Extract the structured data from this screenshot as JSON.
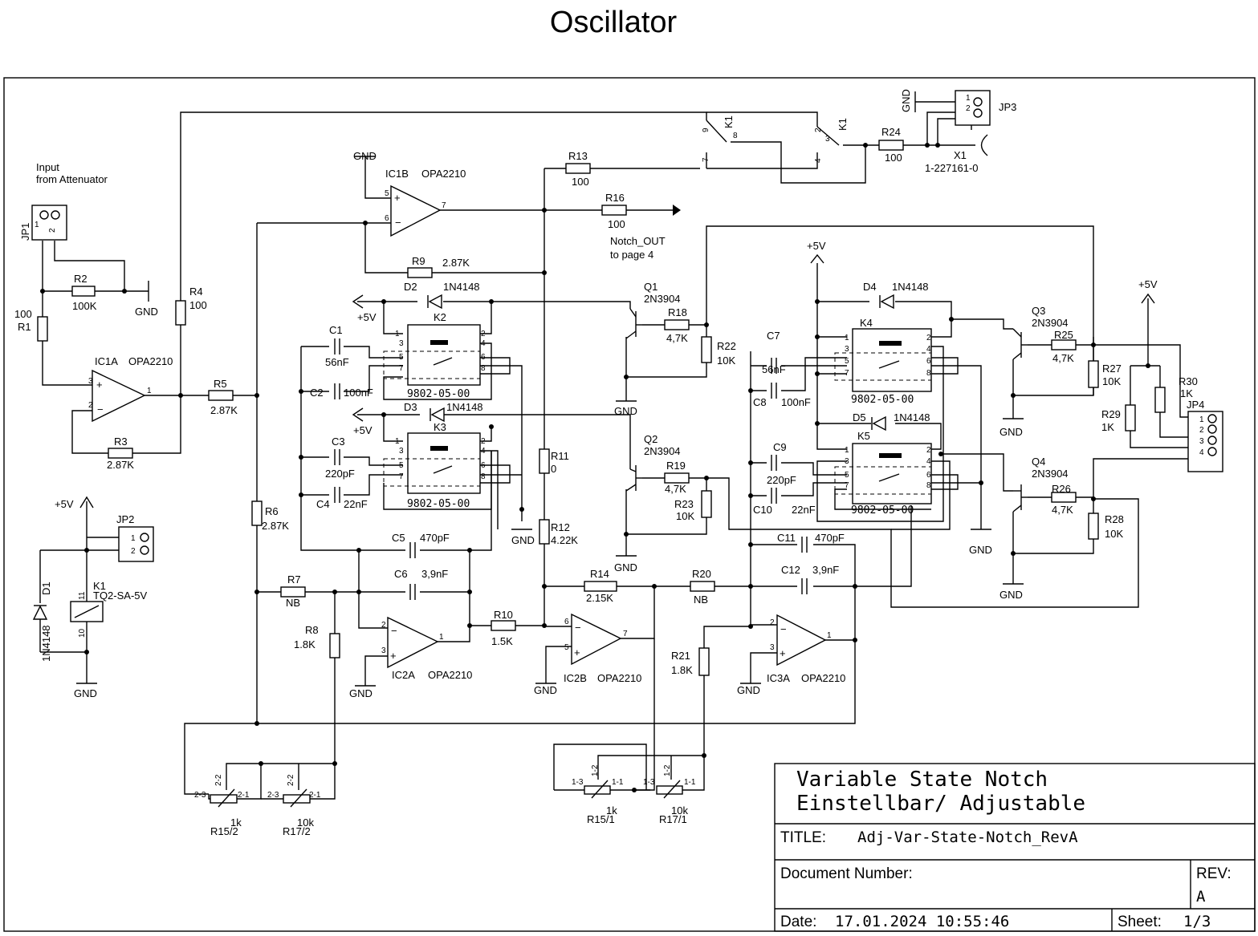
{
  "page_title": "Oscillator",
  "input_note": [
    "Input",
    "from Attenuator"
  ],
  "notch_note": [
    "Notch_OUT",
    "to page 4"
  ],
  "supply": "+5V",
  "ground": "GND",
  "opamps": {
    "ic1a": {
      "ref": "IC1A",
      "part": "OPA2210"
    },
    "ic1b": {
      "ref": "IC1B",
      "part": "OPA2210"
    },
    "ic2a": {
      "ref": "IC2A",
      "part": "OPA2210"
    },
    "ic2b": {
      "ref": "IC2B",
      "part": "OPA2210"
    },
    "ic3a": {
      "ref": "IC3A",
      "part": "OPA2210"
    }
  },
  "resistors": {
    "r1": {
      "ref": "R1",
      "value": "100"
    },
    "r2": {
      "ref": "R2",
      "value": "100K"
    },
    "r3": {
      "ref": "R3",
      "value": "2.87K"
    },
    "r4": {
      "ref": "R4",
      "value": "100"
    },
    "r5": {
      "ref": "R5",
      "value": "2.87K"
    },
    "r6": {
      "ref": "R6",
      "value": "2.87K"
    },
    "r7": {
      "ref": "R7",
      "value": "NB"
    },
    "r8": {
      "ref": "R8",
      "value": "1.8K"
    },
    "r9": {
      "ref": "R9",
      "value": "2.87K"
    },
    "r10": {
      "ref": "R10",
      "value": "1.5K"
    },
    "r11": {
      "ref": "R11",
      "value": "0"
    },
    "r12": {
      "ref": "R12",
      "value": "4.22K"
    },
    "r13": {
      "ref": "R13",
      "value": "100"
    },
    "r14": {
      "ref": "R14",
      "value": "2.15K"
    },
    "r16": {
      "ref": "R16",
      "value": "100"
    },
    "r18": {
      "ref": "R18",
      "value": "4,7K"
    },
    "r19": {
      "ref": "R19",
      "value": "4,7K"
    },
    "r20": {
      "ref": "R20",
      "value": "NB"
    },
    "r21": {
      "ref": "R21",
      "value": "1.8K"
    },
    "r22": {
      "ref": "R22",
      "value": "10K"
    },
    "r23": {
      "ref": "R23",
      "value": "10K"
    },
    "r24": {
      "ref": "R24",
      "value": "100"
    },
    "r25": {
      "ref": "R25",
      "value": "4,7K"
    },
    "r26": {
      "ref": "R26",
      "value": "4,7K"
    },
    "r27": {
      "ref": "R27",
      "value": "10K"
    },
    "r28": {
      "ref": "R28",
      "value": "10K"
    },
    "r29": {
      "ref": "R29",
      "value": "1K"
    },
    "r30": {
      "ref": "R30",
      "value": "1K"
    }
  },
  "capacitors": {
    "c1": {
      "ref": "C1",
      "value": "56nF"
    },
    "c2": {
      "ref": "C2",
      "value": "100nF"
    },
    "c3": {
      "ref": "C3",
      "value": "220pF"
    },
    "c4": {
      "ref": "C4",
      "value": "22nF"
    },
    "c5": {
      "ref": "C5",
      "value": "470pF"
    },
    "c6": {
      "ref": "C6",
      "value": "3,9nF"
    },
    "c7": {
      "ref": "C7",
      "value": "56nF"
    },
    "c8": {
      "ref": "C8",
      "value": "100nF"
    },
    "c9": {
      "ref": "C9",
      "value": "220pF"
    },
    "c10": {
      "ref": "C10",
      "value": "22nF"
    },
    "c11": {
      "ref": "C11",
      "value": "470pF"
    },
    "c12": {
      "ref": "C12",
      "value": "3,9nF"
    }
  },
  "diodes": {
    "d1": {
      "ref": "D1",
      "part": "1N4148"
    },
    "d2": {
      "ref": "D2",
      "part": "1N4148"
    },
    "d3": {
      "ref": "D3",
      "part": "1N4148"
    },
    "d4": {
      "ref": "D4",
      "part": "1N4148"
    },
    "d5": {
      "ref": "D5",
      "part": "1N4148"
    }
  },
  "transistors": {
    "q1": {
      "ref": "Q1",
      "part": "2N3904"
    },
    "q2": {
      "ref": "Q2",
      "part": "2N3904"
    },
    "q3": {
      "ref": "Q3",
      "part": "2N3904"
    },
    "q4": {
      "ref": "Q4",
      "part": "2N3904"
    }
  },
  "relays": {
    "k1": {
      "ref": "K1",
      "part": "TQ2-SA-5V"
    },
    "k2": {
      "ref": "K2",
      "part": "9802-05-00"
    },
    "k3": {
      "ref": "K3",
      "part": "9802-05-00"
    },
    "k4": {
      "ref": "K4",
      "part": "9802-05-00"
    },
    "k5": {
      "ref": "K5",
      "part": "9802-05-00"
    }
  },
  "connectors": {
    "jp1": "JP1",
    "jp2": "JP2",
    "jp3": "JP3",
    "jp4": "JP4",
    "x1": {
      "ref": "X1",
      "part": "1-227161-0"
    }
  },
  "pots": {
    "r15_2": {
      "ref": "R15/2",
      "value": "1k"
    },
    "r17_2": {
      "ref": "R17/2",
      "value": "10k"
    },
    "r15_1": {
      "ref": "R15/1",
      "value": "1k"
    },
    "r17_1": {
      "ref": "R17/1",
      "value": "10k"
    }
  },
  "title_block": {
    "heading_1": "Variable State Notch",
    "heading_2": "Einstellbar/ Adjustable",
    "title_label": "TITLE:",
    "title_value": "Adj-Var-State-Notch_RevA",
    "docnum_label": "Document Number:",
    "rev_label": "REV:",
    "rev_value": "A",
    "date_label": "Date:",
    "date_value": "17.01.2024 10:55:46",
    "sheet_label": "Sheet:",
    "sheet_value": "1/3"
  }
}
